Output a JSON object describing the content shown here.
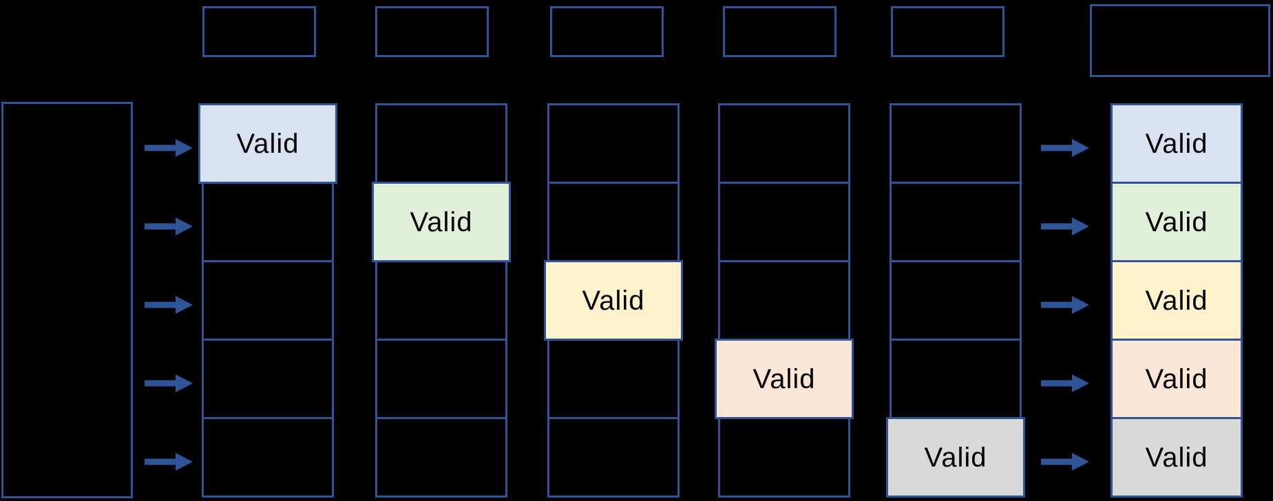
{
  "diagram": {
    "background_color": "#000000",
    "outline_color": "#2F5597",
    "arrow_color": "#2F5597",
    "text_color": "#000000",
    "valid_label": "Valid",
    "fill_colors": {
      "blue": "#D9E2F3",
      "green": "#E2EFD9",
      "yellow": "#FFF2CC",
      "peach": "#FBE5D5",
      "gray": "#D9D9D9"
    },
    "top_boxes": [
      {
        "label": "",
        "size": "small"
      },
      {
        "label": "",
        "size": "small"
      },
      {
        "label": "",
        "size": "small"
      },
      {
        "label": "",
        "size": "small"
      },
      {
        "label": "",
        "size": "small"
      },
      {
        "label": "",
        "size": "large"
      }
    ],
    "left_box": {
      "label": ""
    },
    "columns": [
      {
        "cells": [
          {
            "label": "Valid",
            "fill": "blue"
          },
          {
            "label": "",
            "fill": null
          },
          {
            "label": "",
            "fill": null
          },
          {
            "label": "",
            "fill": null
          },
          {
            "label": "",
            "fill": null
          }
        ]
      },
      {
        "cells": [
          {
            "label": "",
            "fill": null
          },
          {
            "label": "Valid",
            "fill": "green"
          },
          {
            "label": "",
            "fill": null
          },
          {
            "label": "",
            "fill": null
          },
          {
            "label": "",
            "fill": null
          }
        ]
      },
      {
        "cells": [
          {
            "label": "",
            "fill": null
          },
          {
            "label": "",
            "fill": null
          },
          {
            "label": "Valid",
            "fill": "yellow"
          },
          {
            "label": "",
            "fill": null
          },
          {
            "label": "",
            "fill": null
          }
        ]
      },
      {
        "cells": [
          {
            "label": "",
            "fill": null
          },
          {
            "label": "",
            "fill": null
          },
          {
            "label": "",
            "fill": null
          },
          {
            "label": "Valid",
            "fill": "peach"
          },
          {
            "label": "",
            "fill": null
          }
        ]
      },
      {
        "cells": [
          {
            "label": "",
            "fill": null
          },
          {
            "label": "",
            "fill": null
          },
          {
            "label": "",
            "fill": null
          },
          {
            "label": "",
            "fill": null
          },
          {
            "label": "Valid",
            "fill": "gray"
          }
        ]
      },
      {
        "cells": [
          {
            "label": "Valid",
            "fill": "blue"
          },
          {
            "label": "Valid",
            "fill": "green"
          },
          {
            "label": "Valid",
            "fill": "yellow"
          },
          {
            "label": "Valid",
            "fill": "peach"
          },
          {
            "label": "Valid",
            "fill": "gray"
          }
        ]
      }
    ],
    "left_arrow_count": 5,
    "right_arrow_count": 5
  }
}
